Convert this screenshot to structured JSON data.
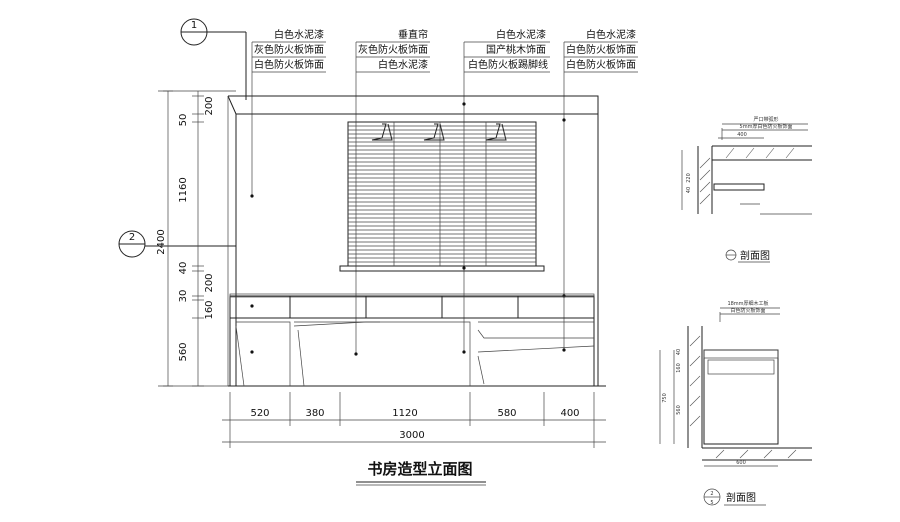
{
  "callouts": [
    {
      "lines": [
        "白色水泥漆",
        "灰色防火板饰面",
        "白色防火板饰面"
      ]
    },
    {
      "lines": [
        "垂直帘",
        "灰色防火板饰面",
        "白色水泥漆"
      ]
    },
    {
      "lines": [
        "白色水泥漆",
        "国产桃木饰面",
        "白色防火板踢脚线"
      ]
    },
    {
      "lines": [
        "白色水泥漆",
        "白色防火板饰面",
        "白色防火板饰面"
      ]
    }
  ],
  "markers": {
    "top": "1",
    "left": "2",
    "section_b_top": "2",
    "section_b_bottom": "5"
  },
  "vertical_dims": [
    "200",
    "50",
    "1160",
    "40",
    "200",
    "30",
    "160",
    "560"
  ],
  "overall_height": "2400",
  "horizontal_dims": [
    "520",
    "380",
    "1120",
    "580",
    "400"
  ],
  "overall_width": "3000",
  "main_title": "书房造型立面图",
  "section_a": {
    "title": "剖面图",
    "notes": [
      "严口带弧形",
      "5mm厚白色防火板饰面"
    ],
    "dims": [
      "400",
      "220",
      "40"
    ]
  },
  "section_b": {
    "title": "剖面图",
    "notes": [
      "18mm厚细木工板",
      "白色防火板饰面"
    ],
    "dims": [
      "160",
      "40",
      "750",
      "560",
      "600"
    ]
  }
}
